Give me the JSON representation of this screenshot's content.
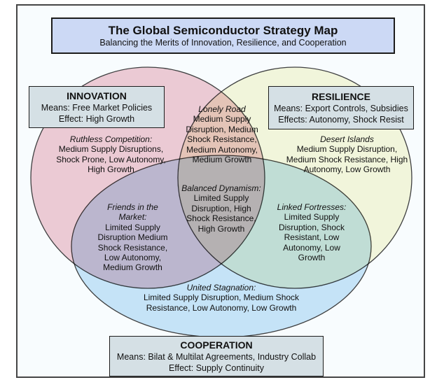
{
  "title_box": {
    "title": "The Global Semiconductor Strategy Map",
    "subtitle": "Balancing the Merits of Innovation, Resilience, and Cooperation"
  },
  "colors": {
    "innovation_circle": "#f2cdd5",
    "resilience_circle": "#f8f8dc",
    "cooperation_circle": "#cbe6f8",
    "circle_stroke": "#404040",
    "title_box_fill": "#ccd9f5",
    "set_box_fill": "#d5e0e5",
    "page_background": "#f8fcfe"
  },
  "boxes": {
    "innovation": {
      "label": "INNOVATION",
      "means": "Means: Free Market Policies",
      "effect": "Effect: High Growth"
    },
    "resilience": {
      "label": "RESILIENCE",
      "means": "Means: Export Controls, Subsidies",
      "effect": "Effects: Autonomy, Shock Resist"
    },
    "cooperation": {
      "label": "COOPERATION",
      "means": "Means: Bilat & Multilat Agreements, Industry Collab",
      "effect": "Effect: Supply Continuity"
    }
  },
  "regions": {
    "ruthless_competition": {
      "title": "Ruthless Competition:",
      "description": "Medium Supply Disruptions, Shock Prone, Low Autonomy, High Growth"
    },
    "lonely_road": {
      "title": "Lonely Road",
      "description": "Medium Supply Disruption, Medium Shock Resistance, Medium Autonomy, Medium Growth"
    },
    "desert_islands": {
      "title": "Desert Islands",
      "description": "Medium Supply Disruption, Medium Shock Resistance, High Autonomy, Low Growth"
    },
    "friends_in_the_market": {
      "title": "Friends in the Market:",
      "description": "Limited Supply Disruption Medium Shock Resistance, Low Autonomy, Medium Growth"
    },
    "balanced_dynamism": {
      "title": "Balanced Dynamism:",
      "description": "Limited Supply Disruption, High Shock Resistance, High Growth"
    },
    "linked_fortresses": {
      "title": "Linked Fortresses:",
      "description": "Limited Supply Disruption, Shock Resistant, Low Autonomy, Low Growth"
    },
    "united_stagnation": {
      "title": "United Stagnation:",
      "description": "Limited Supply Disruption, Medium Shock Resistance,  Low Autonomy, Low Growth"
    }
  }
}
